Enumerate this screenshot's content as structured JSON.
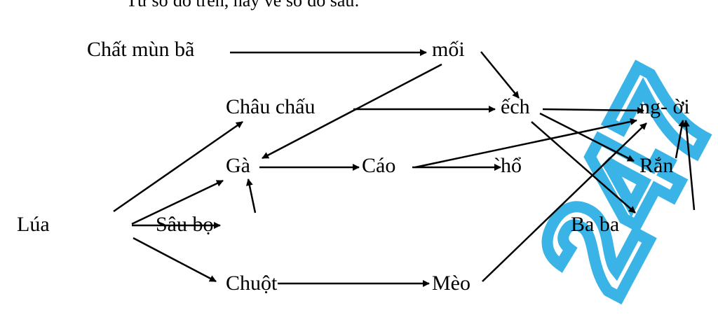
{
  "header_fragment": "Từ sơ đồ trên, hãy vẽ sơ đồ sau:",
  "nodes": {
    "chat_mun_ba": "Chất mùn bã",
    "moi": "mối",
    "chau_chau": "Châu chấu",
    "ech": "ếch",
    "nguoi": "ng- ời",
    "ga": "Gà",
    "cao": "Cáo",
    "ho": "`hổ",
    "ran": "Rắn",
    "lua": "Lúa",
    "sau_bo": "Sâu bọ",
    "ba_ba": "Ba ba",
    "chuot": "Chuột",
    "meo": "Mèo"
  },
  "edges": [
    [
      "chat_mun_ba",
      "moi"
    ],
    [
      "moi",
      "ga"
    ],
    [
      "moi",
      "ech"
    ],
    [
      "chau_chau",
      "ech"
    ],
    [
      "ech",
      "nguoi"
    ],
    [
      "ech",
      "ran"
    ],
    [
      "ech",
      "ba_ba"
    ],
    [
      "ga",
      "cao"
    ],
    [
      "cao",
      "ho"
    ],
    [
      "cao",
      "nguoi"
    ],
    [
      "lua",
      "chau_chau"
    ],
    [
      "lua",
      "ga"
    ],
    [
      "lua",
      "sau_bo"
    ],
    [
      "lua",
      "chuot"
    ],
    [
      "sau_bo",
      "ga"
    ],
    [
      "chuot",
      "meo"
    ],
    [
      "meo",
      "nguoi"
    ],
    [
      "ran",
      "nguoi"
    ],
    [
      "ba_ba",
      "nguoi"
    ]
  ],
  "watermark": {
    "text": "247",
    "color": "#3ab4e6"
  }
}
